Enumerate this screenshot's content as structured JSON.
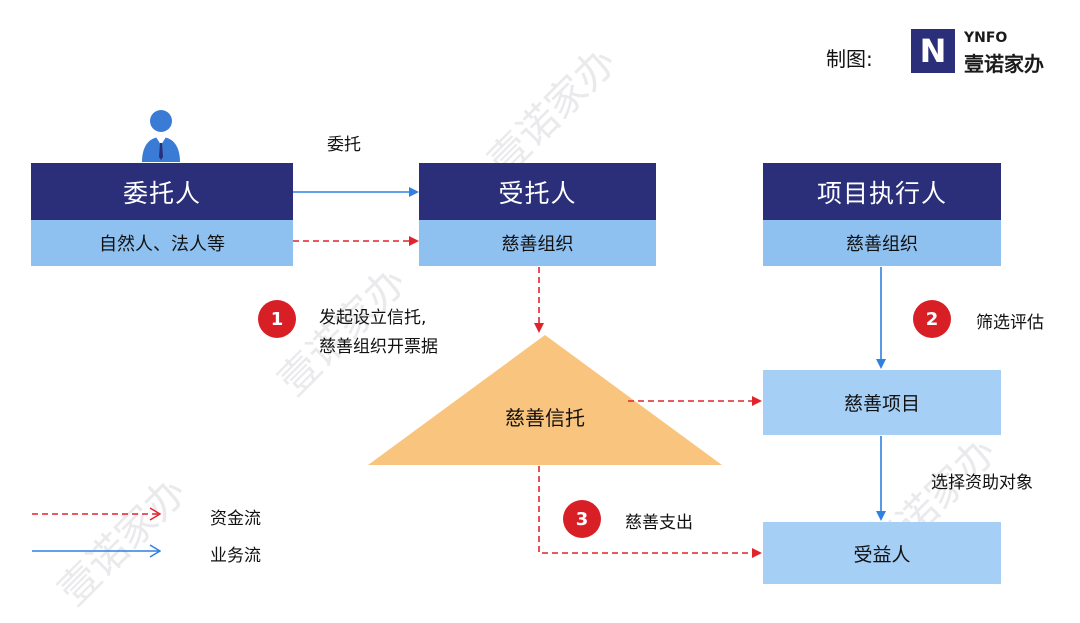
{
  "header": {
    "credit_label": "制图:",
    "logo_mark": "N",
    "logo_en": "YNFO",
    "logo_cn": "壹诺家办"
  },
  "watermark_text": "壹诺家办",
  "nodes": {
    "settlor": {
      "title": "委托人",
      "subtitle": "自然人、法人等"
    },
    "trustee": {
      "title": "受托人",
      "subtitle": "慈善组织"
    },
    "executor": {
      "title": "项目执行人",
      "subtitle": "慈善组织"
    },
    "trust": {
      "title": "慈善信托"
    },
    "project": {
      "title": "慈善项目"
    },
    "beneficiary": {
      "title": "受益人"
    }
  },
  "edges": {
    "entrust_label": "委托",
    "step1": {
      "number": "1",
      "line1": "发起设立信托,",
      "line2": "慈善组织开票据"
    },
    "step2": {
      "number": "2",
      "label": "筛选评估"
    },
    "step3": {
      "number": "3",
      "label": "慈善支出"
    },
    "select_label": "选择资助对象"
  },
  "legend": {
    "fund_flow": "资金流",
    "business_flow": "业务流"
  },
  "colors": {
    "navy": "#2b2f7a",
    "light_blue": "#8ec0f0",
    "triangle": "#f9c57e",
    "fund_flow_red": "#e0242b",
    "business_flow_blue": "#2f80e0",
    "badge_red": "#d91f26"
  }
}
